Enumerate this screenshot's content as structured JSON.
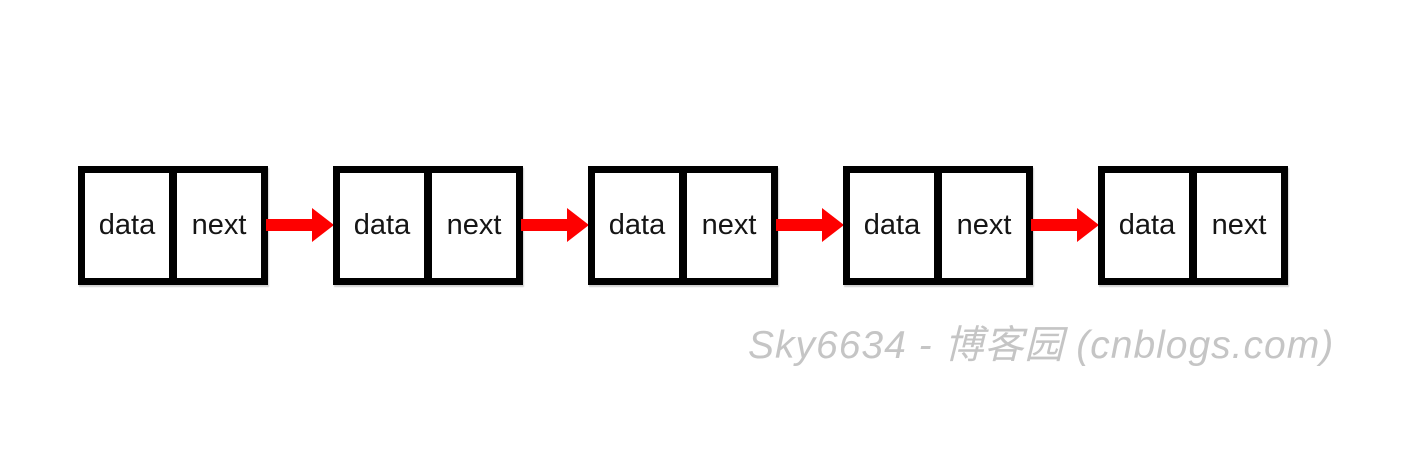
{
  "diagram": {
    "type": "singly-linked-list",
    "node_count": 5,
    "nodes": [
      {
        "data_label": "data",
        "next_label": "next"
      },
      {
        "data_label": "data",
        "next_label": "next"
      },
      {
        "data_label": "data",
        "next_label": "next"
      },
      {
        "data_label": "data",
        "next_label": "next"
      },
      {
        "data_label": "data",
        "next_label": "next"
      }
    ],
    "arrow_count": 4,
    "colors": {
      "node_border": "#000000",
      "node_fill": "#ffffff",
      "arrow": "#fe0000",
      "label_text": "#151515"
    }
  },
  "watermark": {
    "text": "Sky6634 - 博客园 (cnblogs.com)",
    "color": "#c5c5c5"
  }
}
